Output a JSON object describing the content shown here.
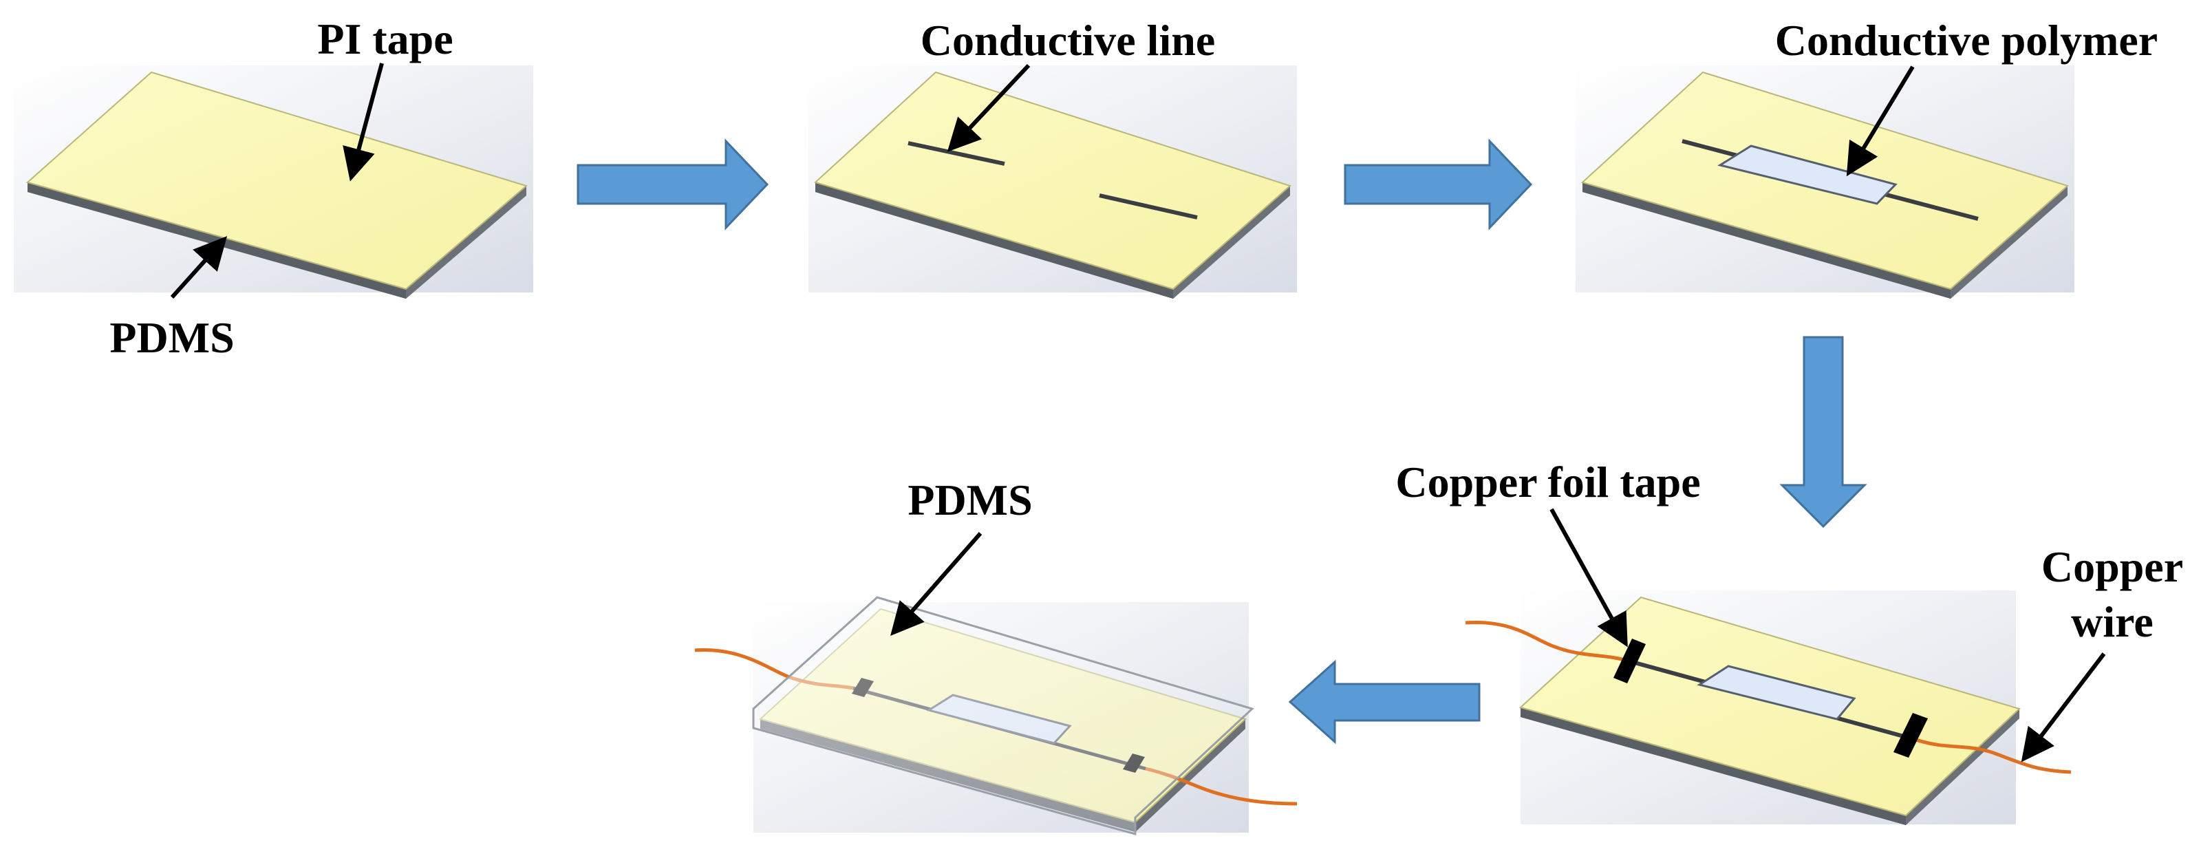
{
  "labels": {
    "pi_tape": "PI tape",
    "pdms_bottom": "PDMS",
    "conductive_line": "Conductive line",
    "conductive_polymer": "Conductive polymer",
    "copper_foil_tape": "Copper foil tape",
    "copper": "Copper",
    "wire": "wire",
    "pdms_encap": "PDMS"
  },
  "colors": {
    "pi_tape": "#fbf9b4",
    "pdms_base": "#4a4f55",
    "arrow": "#5b9bd5",
    "polymer": "#dfe8f8",
    "copper_wire": "#e07020",
    "copper_foil": "#000000",
    "background_tint": "#dde1ea"
  }
}
